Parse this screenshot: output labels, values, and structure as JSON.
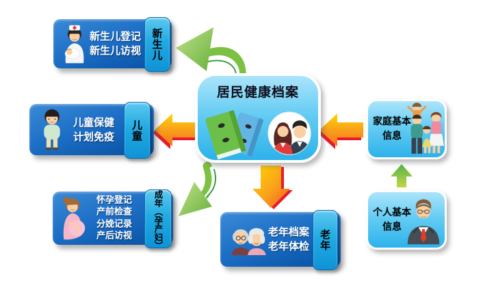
{
  "center": {
    "title": "居民健康档案"
  },
  "nodes": {
    "newborn": {
      "lines": [
        "新生儿登记",
        "新生儿访视"
      ],
      "tab": "新生儿"
    },
    "child": {
      "lines": [
        "儿童保健",
        "计划免疫"
      ],
      "tab": "儿童"
    },
    "maternal": {
      "lines": [
        "怀孕登记",
        "产前检查",
        "分娩记录",
        "产后访视"
      ],
      "tab": "成年（孕产妇）"
    },
    "elderly": {
      "lines": [
        "老年档案",
        "老年体检"
      ],
      "tab": "老年"
    },
    "family": {
      "lines": [
        "家庭基本",
        "信息"
      ]
    },
    "person": {
      "lines": [
        "个人基本",
        "信息"
      ]
    }
  },
  "icons": {
    "newborn": "nurse-holding-baby-icon",
    "child": "child-icon",
    "maternal": "pregnant-woman-icon",
    "center_folders": "record-folders-icon",
    "center_people": "man-woman-portrait-icon",
    "elderly": "elderly-couple-icon",
    "family": "family-icon",
    "person": "businessman-icon"
  },
  "arrows": [
    {
      "name": "center-to-newborn",
      "style": "green-curved"
    },
    {
      "name": "center-to-child",
      "style": "orange-block"
    },
    {
      "name": "center-to-maternal",
      "style": "green-curved"
    },
    {
      "name": "center-to-elderly",
      "style": "orange-block"
    },
    {
      "name": "family-to-center",
      "style": "orange-block"
    },
    {
      "name": "person-to-family",
      "style": "green-block"
    }
  ],
  "colors": {
    "dark_box_blue": "#1d6fc6",
    "light_box_blue": "#45c0f0",
    "tab_blue": "#22aae2",
    "arrow_orange": "#f79b1d",
    "arrow_yellow_edge": "#ffd400",
    "arrow_red_edge": "#e8192c",
    "arrow_green": "#7cc143",
    "background": "#ffffff"
  }
}
